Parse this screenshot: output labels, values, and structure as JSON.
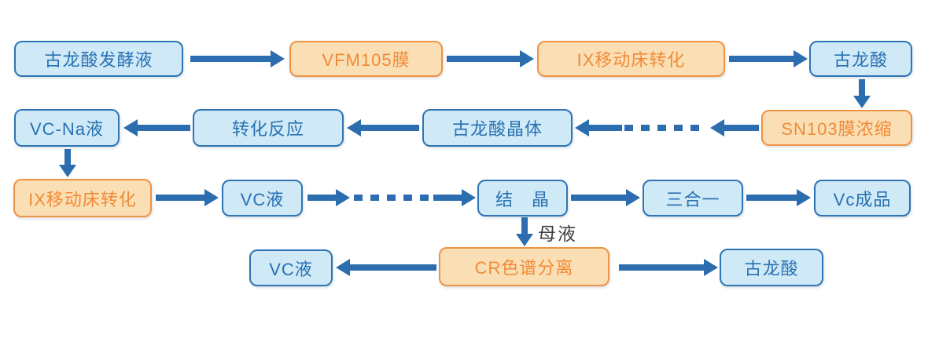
{
  "colors": {
    "blue_fill": "#CFE9F7",
    "blue_border": "#2E75B6",
    "blue_text": "#2871B2",
    "orange_fill": "#FBDFB4",
    "orange_border": "#EE9344",
    "orange_text": "#F08A38",
    "arrow": "#2B6DAF",
    "edge_label_text": "#3F3F3F"
  },
  "nodes": [
    {
      "id": "fermentation-broth",
      "label": "古龙酸发酵液",
      "type": "blue"
    },
    {
      "id": "vfm105-membrane",
      "label": "VFM105膜",
      "type": "orange"
    },
    {
      "id": "ix-moving-bed-1",
      "label": "IX移动床转化",
      "type": "orange"
    },
    {
      "id": "gulonic-acid-1",
      "label": "古龙酸",
      "type": "blue"
    },
    {
      "id": "vc-na-liquid",
      "label": "VC-Na液",
      "type": "blue"
    },
    {
      "id": "conversion-reaction",
      "label": "转化反应",
      "type": "blue"
    },
    {
      "id": "gulonic-acid-crystal",
      "label": "古龙酸晶体",
      "type": "blue"
    },
    {
      "id": "sn103-membrane",
      "label": "SN103膜浓缩",
      "type": "orange"
    },
    {
      "id": "ix-moving-bed-2",
      "label": "IX移动床转化",
      "type": "orange"
    },
    {
      "id": "vc-liquid-1",
      "label": "VC液",
      "type": "blue"
    },
    {
      "id": "crystallization",
      "label": "结　晶",
      "type": "blue"
    },
    {
      "id": "three-in-one",
      "label": "三合一",
      "type": "blue"
    },
    {
      "id": "vc-product",
      "label": "Vc成品",
      "type": "blue"
    },
    {
      "id": "vc-liquid-2",
      "label": "VC液",
      "type": "blue"
    },
    {
      "id": "cr-chromatography",
      "label": "CR色谱分离",
      "type": "orange"
    },
    {
      "id": "gulonic-acid-2",
      "label": "古龙酸",
      "type": "blue"
    }
  ],
  "labels": {
    "mother_liquor": "母液"
  },
  "edges": [
    {
      "from": "fermentation-broth",
      "to": "vfm105-membrane",
      "style": "solid"
    },
    {
      "from": "vfm105-membrane",
      "to": "ix-moving-bed-1",
      "style": "solid"
    },
    {
      "from": "ix-moving-bed-1",
      "to": "gulonic-acid-1",
      "style": "solid"
    },
    {
      "from": "gulonic-acid-1",
      "to": "sn103-membrane",
      "style": "solid"
    },
    {
      "from": "sn103-membrane",
      "to": "gulonic-acid-crystal",
      "style": "dashed"
    },
    {
      "from": "gulonic-acid-crystal",
      "to": "conversion-reaction",
      "style": "solid"
    },
    {
      "from": "conversion-reaction",
      "to": "vc-na-liquid",
      "style": "solid"
    },
    {
      "from": "vc-na-liquid",
      "to": "ix-moving-bed-2",
      "style": "solid"
    },
    {
      "from": "ix-moving-bed-2",
      "to": "vc-liquid-1",
      "style": "solid"
    },
    {
      "from": "vc-liquid-1",
      "to": "crystallization",
      "style": "dashed"
    },
    {
      "from": "crystallization",
      "to": "three-in-one",
      "style": "solid"
    },
    {
      "from": "three-in-one",
      "to": "vc-product",
      "style": "solid"
    },
    {
      "from": "crystallization",
      "to": "cr-chromatography",
      "style": "solid",
      "label": "母液"
    },
    {
      "from": "cr-chromatography",
      "to": "vc-liquid-2",
      "style": "solid"
    },
    {
      "from": "cr-chromatography",
      "to": "gulonic-acid-2",
      "style": "solid"
    }
  ]
}
